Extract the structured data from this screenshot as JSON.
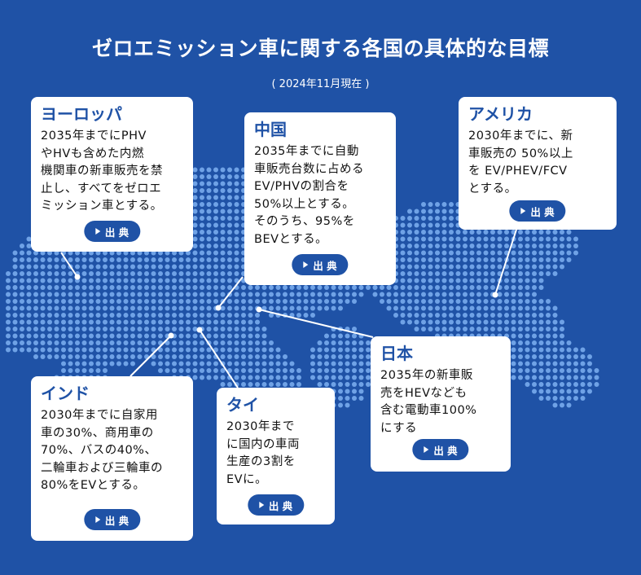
{
  "header": {
    "title": "ゼロエミッション車に関する各国の具体的な目標",
    "subtitle": "( 2024年11月現在 )"
  },
  "colors": {
    "background": "#1f52a6",
    "map_dot": "#6fa2e6",
    "card": "#ffffff",
    "accent": "#1f52a6"
  },
  "source_label": "出 典",
  "cards": {
    "europe": {
      "title": "ヨーロッパ",
      "body": "2035年までにPHV\nやHVも含めた内燃\n機関車の新車販売を禁\n止し、すべてをゼロエ\nミッション車とする。"
    },
    "china": {
      "title": "中国",
      "body": "2035年までに自動\n車販売台数に占める\nEV/PHVの割合を\n50%以上とする。\nそのうち、95%を\nBEVとする。"
    },
    "america": {
      "title": "アメリカ",
      "body": "2030年までに、新\n車販売の 50%以上\nを EV/PHEV/FCV\nとする。"
    },
    "japan": {
      "title": "日本",
      "body": "2035年の新車販\n売をHEVなども\n含む電動車100%\nにする"
    },
    "india": {
      "title": "インド",
      "body": "2030年までに自家用\n車の30%、商用車の\n70%、バスの40%、\n二輪車および三輪車の\n80%をEVとする。"
    },
    "thailand": {
      "title": "タイ",
      "body": "2030年まで\nに国内の車両\n生産の3割を\nEVに。"
    }
  }
}
